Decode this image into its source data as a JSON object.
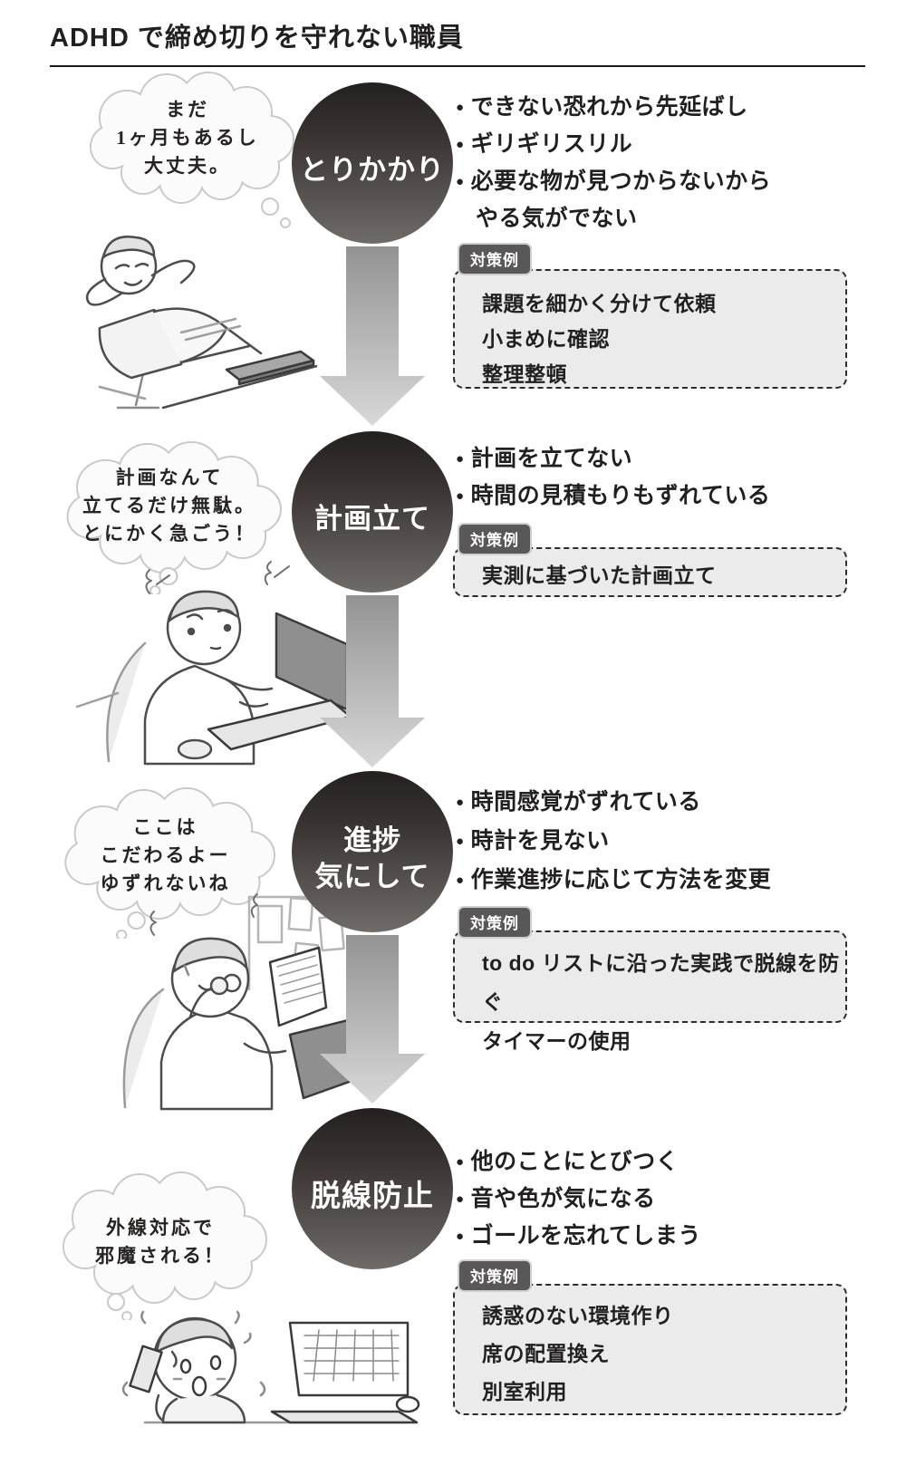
{
  "title": "ADHD で締め切りを守れない職員",
  "measures_tag": "対策例",
  "glyphs": {
    "bullet": "●"
  },
  "colors": {
    "circle_top": "#242020",
    "circle_bottom": "#6f6b69",
    "arrow_top": "#979797",
    "arrow_bottom": "#d6d6d6",
    "tag_bg": "#595757",
    "box_bg": "#ebebeb",
    "text": "#221f1f",
    "bubble_stroke": "#c9c9c9"
  },
  "sections": [
    {
      "stage_lines": [
        "とりかかり"
      ],
      "bubble_lines": [
        "まだ",
        "1ヶ月もあるし",
        "大丈夫。"
      ],
      "bullets": [
        [
          "できない恐れから先延ばし"
        ],
        [
          "ギリギリスリル"
        ],
        [
          "必要な物が見つからないから",
          "やる気がでない"
        ]
      ],
      "measures": [
        "課題を細かく分けて依頼",
        "小まめに確認",
        "整理整頓"
      ]
    },
    {
      "stage_lines": [
        "計画立て"
      ],
      "bubble_lines": [
        "計画なんて",
        "立てるだけ無駄。",
        "とにかく急ごう！"
      ],
      "bullets": [
        [
          "計画を立てない"
        ],
        [
          "時間の見積もりもずれている"
        ]
      ],
      "measures": [
        "実測に基づいた計画立て"
      ]
    },
    {
      "stage_lines": [
        "進捗",
        "気にして"
      ],
      "bubble_lines": [
        "ここは",
        "こだわるよー",
        "ゆずれないね"
      ],
      "bullets": [
        [
          "時間感覚がずれている"
        ],
        [
          "時計を見ない"
        ],
        [
          "作業進捗に応じて方法を変更"
        ]
      ],
      "measures": [
        "to do リストに沿った実践で脱線を防ぐ",
        "タイマーの使用"
      ]
    },
    {
      "stage_lines": [
        "脱線防止"
      ],
      "bubble_lines": [
        "外線対応で",
        "邪魔される！"
      ],
      "bullets": [
        [
          "他のことにとびつく"
        ],
        [
          "音や色が気になる"
        ],
        [
          "ゴールを忘れてしまう"
        ]
      ],
      "measures": [
        "誘惑のない環境作り",
        "席の配置換え",
        "別室利用"
      ]
    }
  ]
}
